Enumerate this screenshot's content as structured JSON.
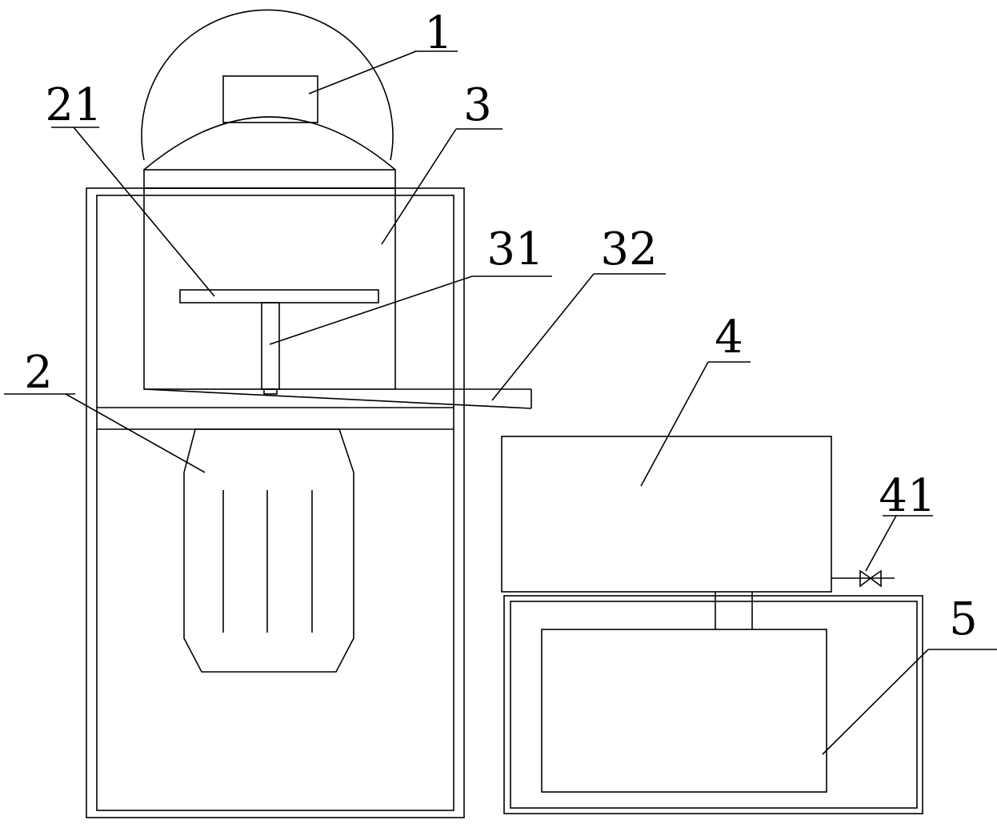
{
  "colors": {
    "line": "#000000",
    "background": "#ffffff"
  },
  "labels": {
    "part_1": "1",
    "part_2": "2",
    "part_21": "21",
    "part_3": "3",
    "part_31": "31",
    "part_32": "32",
    "part_4": "4",
    "part_41": "41",
    "part_5": "5"
  }
}
